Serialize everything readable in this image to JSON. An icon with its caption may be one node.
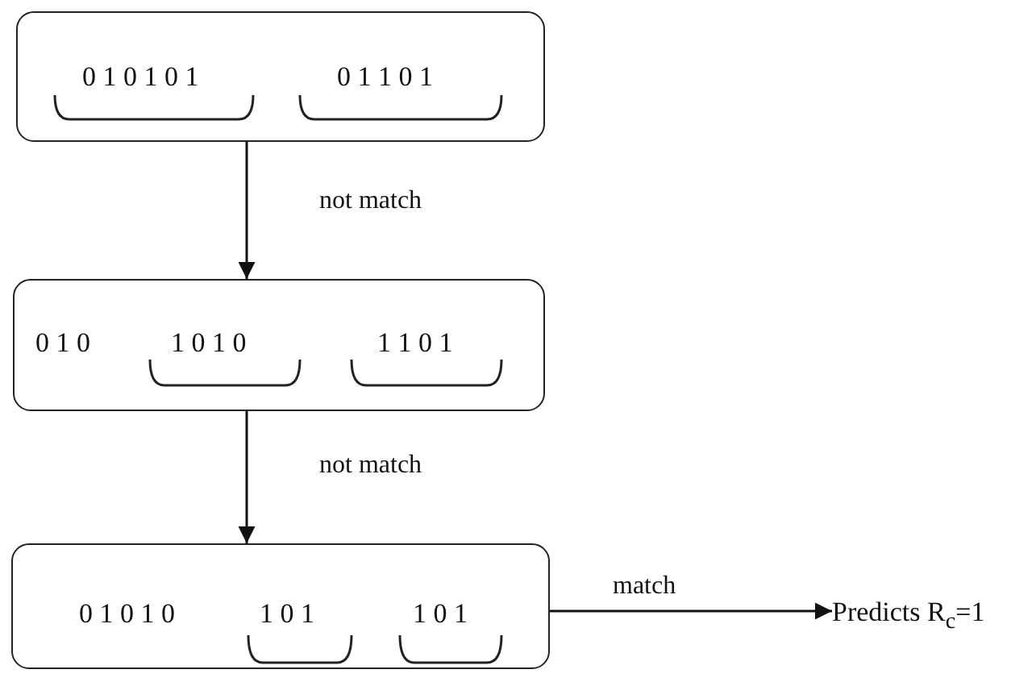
{
  "diagram": {
    "nodes": [
      {
        "text": [
          "0 1 0 1 0 1",
          "0 1 1 0 1"
        ]
      },
      {
        "text": [
          "0 1 0",
          "1 0 1 0",
          "1 1 0 1"
        ]
      },
      {
        "text": [
          "0 1 0 1 0",
          "1 0 1",
          "1 0 1"
        ]
      },
      {
        "text": [
          "Predicts R$_{c}$=1"
        ]
      }
    ],
    "edges": [
      {
        "from": 0,
        "to": 1,
        "arrow": "to",
        "label": "not match"
      },
      {
        "from": 1,
        "to": 2,
        "arrow": "to",
        "label": "not match"
      },
      {
        "from": 2,
        "to": 3,
        "arrow": "to",
        "label": "match"
      }
    ]
  }
}
